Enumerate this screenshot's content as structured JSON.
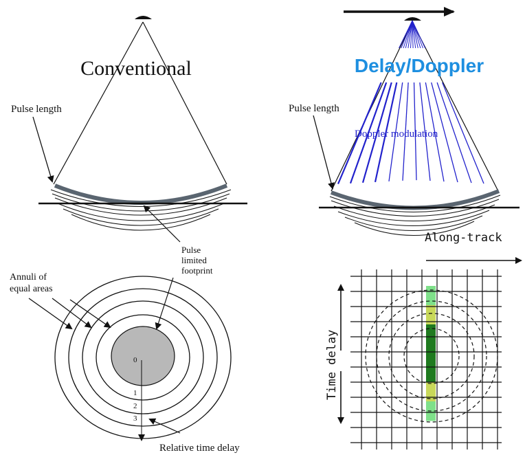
{
  "colors": {
    "ink": "#111111",
    "pulse_band": "#5a6570",
    "doppler_blue": "#2222cc",
    "title_blue": "#1e8fe0",
    "footprint_gray": "#b8b8b8",
    "cell_light_green": "#7fe08a",
    "cell_yellow_green": "#c8d85a",
    "cell_dark_green": "#1f7a1f"
  },
  "conventional": {
    "title": "Conventional",
    "pulse_length_label": "Pulse length",
    "footprint_label_line1": "Pulse",
    "footprint_label_line2": "limited",
    "footprint_label_line3": "footprint",
    "annuli_label_line1": "Annuli of",
    "annuli_label_line2": "equal areas",
    "annulus_indices": [
      "0",
      "1",
      "2",
      "3"
    ],
    "relative_delay_label": "Relative time delay",
    "antenna_icon": "dish-antenna-icon"
  },
  "delay_doppler": {
    "title": "Delay/Doppler",
    "pulse_length_label": "Pulse length",
    "doppler_modulation_label": "Doppler modulation",
    "along_track_label": "Along-track",
    "time_delay_label": "Time delay",
    "motion_icon": "right-arrow-icon",
    "highlighted_column_cells": [
      "light-green",
      "yellow-green",
      "dark-green",
      "dark-green",
      "dark-green",
      "yellow-green",
      "light-green"
    ]
  }
}
